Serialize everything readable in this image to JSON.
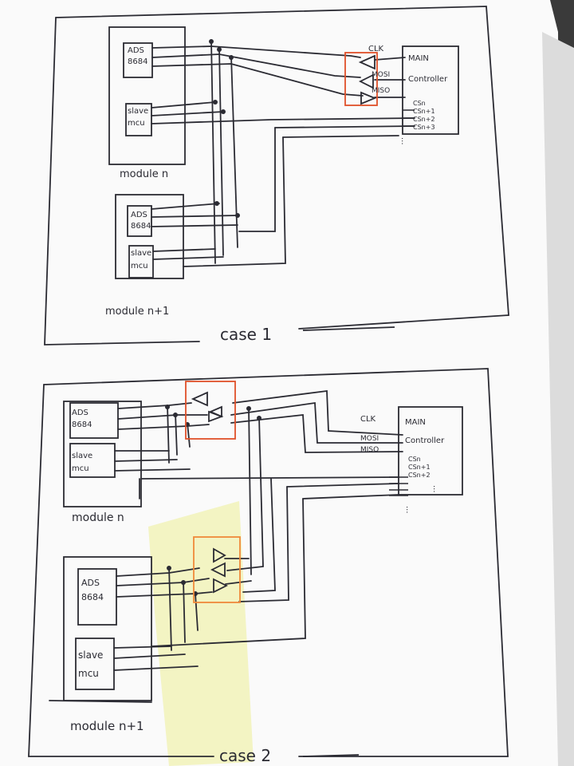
{
  "case1": {
    "caption": "case 1",
    "module_n": {
      "label": "module n",
      "adc": [
        "ADS",
        "8684"
      ],
      "mcu": [
        "slave",
        "mcu"
      ]
    },
    "module_n1": {
      "label": "module n+1",
      "adc": [
        "ADS",
        "8684"
      ],
      "mcu": [
        "slave",
        "mcu"
      ]
    },
    "controller": {
      "title": [
        "MAIN",
        "Controller"
      ],
      "pins": [
        "CSn",
        "CSn+1",
        "CSn+2",
        "CSn+3"
      ],
      "dots": "..."
    },
    "signals": {
      "clk": "CLK",
      "mosi": "MOSI",
      "miso": "MISO"
    }
  },
  "case2": {
    "caption": "case 2",
    "module_n": {
      "label": "module n",
      "adc": [
        "ADS",
        "8684"
      ],
      "mcu": [
        "slave",
        "mcu"
      ]
    },
    "module_n1": {
      "label": "module n+1",
      "adc": [
        "ADS",
        "8684"
      ],
      "mcu": [
        "slave",
        "mcu"
      ]
    },
    "controller": {
      "title": [
        "MAIN",
        "Controller"
      ],
      "pins": [
        "CSn",
        "CSn+1",
        "CSn+2"
      ],
      "dots": "..."
    },
    "signals": {
      "clk": "CLK",
      "mosi": "MOSI",
      "miso": "MISO"
    }
  },
  "colors": {
    "ink": "#2b2b33",
    "buffer_red": "#e0502a",
    "buffer_orange": "#f08a3a",
    "tape": "#f1f2b8",
    "paper": "#fafafa"
  }
}
